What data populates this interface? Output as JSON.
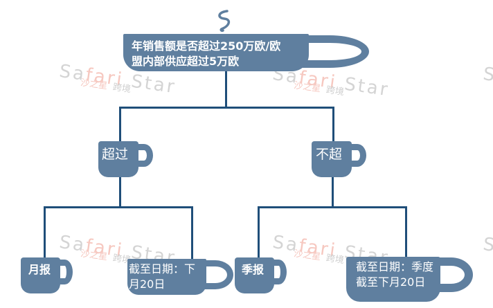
{
  "diagram": {
    "type": "decision-tree",
    "colors": {
      "node_fill": "#5f7f9f",
      "connector": "#1f4e79",
      "text": "#ffffff"
    },
    "root": {
      "label": "年销售额是否超过250万欧/欧盟内部供应超过5万欧",
      "line1": "年销售额是否超过250万欧/欧",
      "line2": "盟内部供应超过5万欧",
      "icon": "steam-squiggle-icon"
    },
    "branches": [
      {
        "label": "超过",
        "children": [
          {
            "label": "月报"
          },
          {
            "label": "截至日期：下月20日",
            "line1": "截至日期：下",
            "line2": "月20日"
          }
        ]
      },
      {
        "label": "不超",
        "children": [
          {
            "label": "季报"
          },
          {
            "label": "截至日期：季度截至下月20日",
            "line1": "截至日期：季度",
            "line2": "截至下月20日"
          }
        ]
      }
    ]
  },
  "watermark": {
    "en_pre": "Sa",
    "en_mid": "fari",
    "en_post": " Star",
    "cn_a": "沙之星",
    "cn_b": "跨境"
  }
}
